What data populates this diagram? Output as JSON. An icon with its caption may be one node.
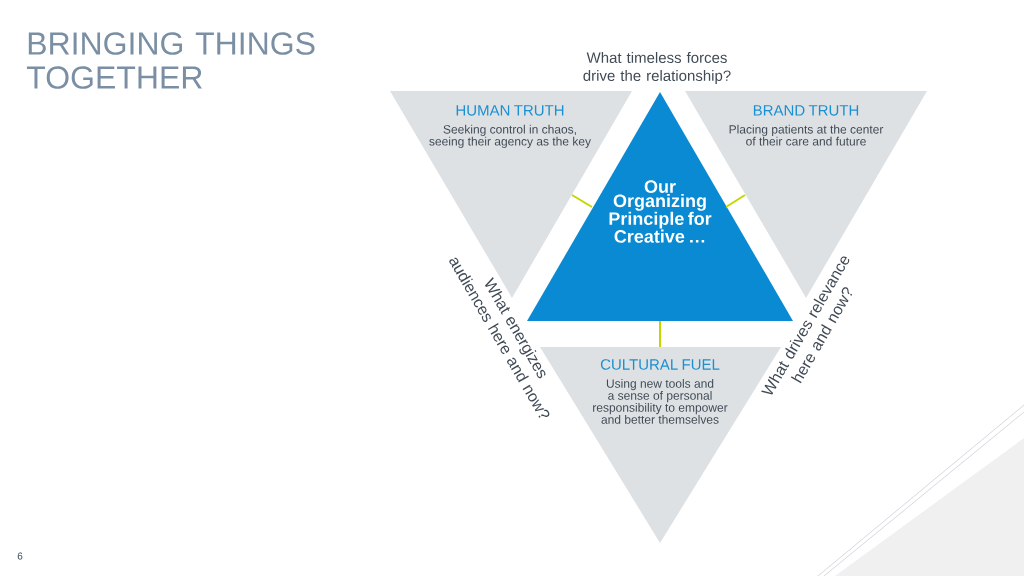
{
  "diagram": {
    "title": "BRINGING THINGS TOGETHER",
    "nodes": [
      {
        "text": [
          "HUMAN TRUTH",
          "Seeking control in chaos, seeing their agency as the key"
        ]
      },
      {
        "text": [
          "BRAND TRUTH",
          "Placing patients at the center of their care and future"
        ]
      },
      {
        "text": [
          "Our Organizing Principle for Creative …"
        ]
      },
      {
        "text": [
          "CULTURAL FUEL",
          "Using new tools and a sense of personal responsibility to empower and better themselves"
        ]
      }
    ],
    "edges": [
      {
        "from": 2,
        "to": 0,
        "arrow": "none"
      },
      {
        "from": 2,
        "to": 1,
        "arrow": "none"
      },
      {
        "from": 2,
        "to": 3,
        "arrow": "none"
      }
    ],
    "labels": [
      "What timeless forces drive the relationship?",
      "What energizes audiences here and now?",
      "What drives relevance here and now?",
      "6"
    ]
  }
}
